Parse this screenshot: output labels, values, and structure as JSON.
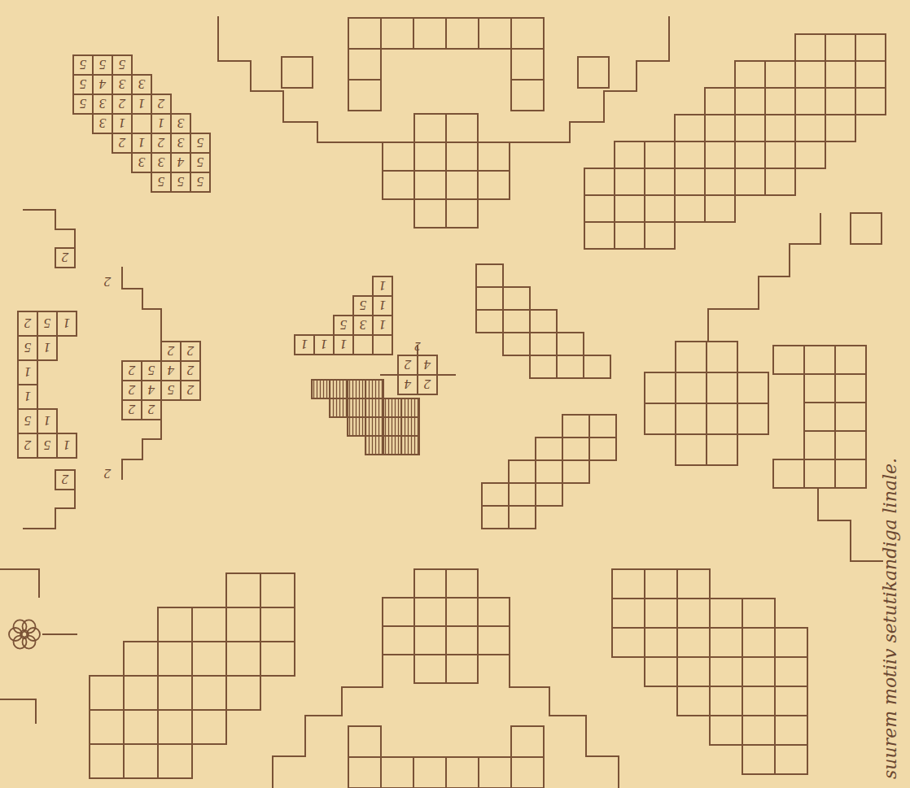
{
  "diagram": {
    "labels": [
      "5",
      "5",
      "5",
      "5",
      "4",
      "3",
      "3",
      "5",
      "3",
      "2",
      "1",
      "2",
      "3",
      "1",
      "1",
      "3",
      "2",
      "1",
      "2",
      "3",
      "5",
      "3",
      "3",
      "4",
      "5",
      "5",
      "5",
      "5",
      "2",
      "5",
      "1",
      "5",
      "1",
      "1",
      "1",
      "5",
      "1",
      "2",
      "5",
      "1",
      "2",
      "2",
      "2",
      "5",
      "4",
      "2",
      "2",
      "4",
      "5",
      "2",
      "2",
      "2",
      "2",
      "2",
      "2",
      "2",
      "1",
      "5",
      "1",
      "5",
      "3",
      "1",
      "1",
      "1",
      "1",
      "2",
      "2",
      "4",
      "4",
      "2",
      "suurem motiiv setutikandiga linale."
    ]
  }
}
